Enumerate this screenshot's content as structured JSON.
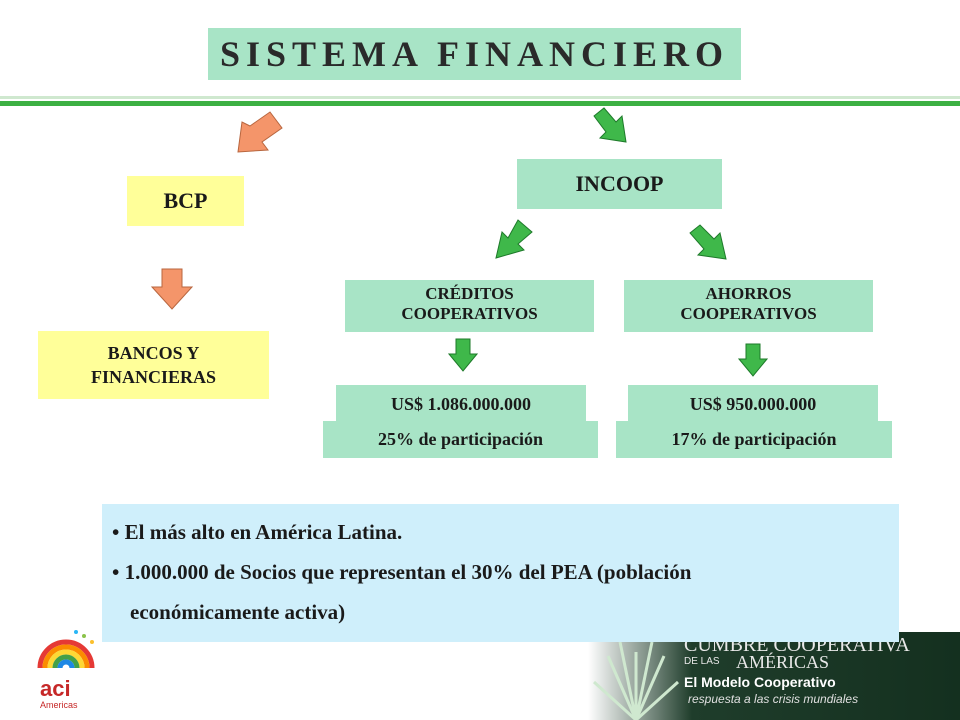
{
  "title": "SISTEMA FINANCIERO",
  "left_branch": {
    "bcp": "BCP",
    "bancos_line1": "BANCOS Y",
    "bancos_line2": "FINANCIERAS"
  },
  "right_branch": {
    "incoop": "INCOOP",
    "creditos_line1": "CRÉDITOS",
    "creditos_line2": "COOPERATIVOS",
    "ahorros_line1": "AHORROS",
    "ahorros_line2": "COOPERATIVOS",
    "creditos_amount": "US$ 1.086.000.000",
    "creditos_share": "25% de participación",
    "ahorros_amount": "US$ 950.000.000",
    "ahorros_share": "17% de participación"
  },
  "notes": {
    "bullet": "•",
    "item1": "El más alto en América Latina.",
    "item2_line1": "1.000.000 de Socios que representan el 30% del PEA (población",
    "item2_line2": "económicamente activa)"
  },
  "footer": {
    "aci_logo_text": "aci",
    "aci_logo_sub": "Americas",
    "brand_line1": "CUMBRE COOPERATIVA",
    "brand_line2a": "DE LAS",
    "brand_line2b": "AMÉRICAS",
    "brand_line3": "El Modelo Cooperativo",
    "brand_line4": "respuesta a las crisis mundiales"
  },
  "colors": {
    "green_box": "#a8e4c6",
    "yellow_box": "#ffff99",
    "salmon_arrow": "#f4956a",
    "green_arrow": "#3fb84a",
    "rule": "#3cb043",
    "notes_bg": "#cfeffb"
  }
}
